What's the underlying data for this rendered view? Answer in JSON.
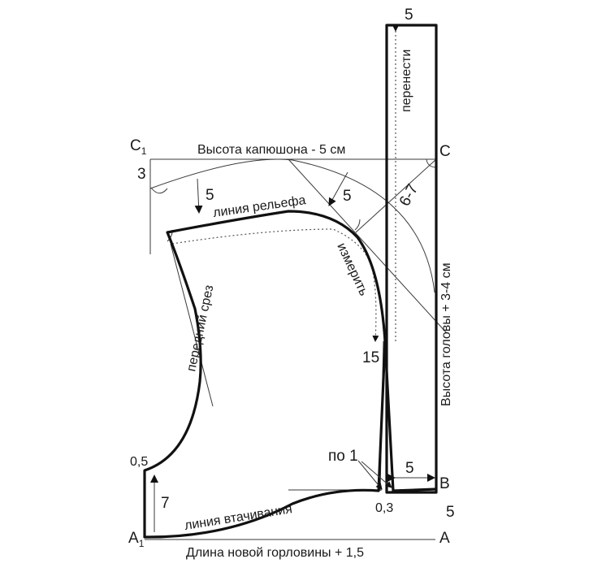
{
  "labels": {
    "top_5": "5",
    "perenesti": "перенести",
    "c1_letter": "C",
    "c1_sub": "1",
    "vysota_kapyushona": "Высота капюшона - 5 см",
    "c_right": "C",
    "three": "3",
    "five_relief_left": "5",
    "liniya_relefa": "линия рельефа",
    "five_relief_right": "5",
    "six_seven": "6-7",
    "vysota_golovy": "Высота головы + 3-4 см",
    "izmerit": "измерить",
    "peredniy_srez": "передний срез",
    "fifteen": "15",
    "po_1": "по 1",
    "five_b": "5",
    "b_letter": "B",
    "half": "0,5",
    "seven": "7",
    "liniya_vtachivaniya": "линия втачивания",
    "zero_three": "0,3",
    "five_ba": "5",
    "a1_letter": "A",
    "a1_sub": "1",
    "a_letter": "A",
    "dlina_gorloviny": "Длина новой горловины + 1,5"
  }
}
